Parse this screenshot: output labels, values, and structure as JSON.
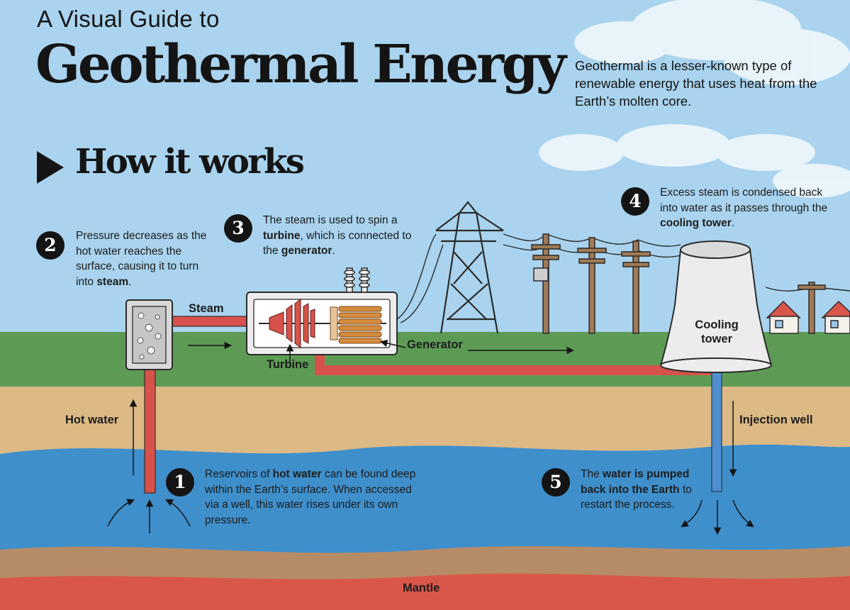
{
  "header": {
    "kicker": "A Visual Guide to",
    "title": "Geothermal Energy",
    "intro": "Geothermal is a lesser-known type of renewable energy that uses heat from the Earth’s molten core."
  },
  "section": {
    "title": "How it works"
  },
  "steps": [
    {
      "number": "1",
      "before": "Reservoirs of ",
      "bold": "hot water",
      "after": " can be found deep within the Earth’s surface. When accessed via a well, this water rises under its own pressure."
    },
    {
      "number": "2",
      "before": "Pressure decreases as the hot water reaches the surface, causing it to turn into ",
      "bold": "steam",
      "after": "."
    },
    {
      "number": "3",
      "before": "The steam is used to spin a ",
      "bold": "turbine",
      "middle": ", which is connected to the ",
      "bold2": "generator",
      "after": "."
    },
    {
      "number": "4",
      "before": "Excess steam is condensed back into water as it passes through the ",
      "bold": "cooling tower",
      "after": "."
    },
    {
      "number": "5",
      "before": "The ",
      "bold": "water is pumped back into the Earth",
      "after": " to restart the process."
    }
  ],
  "labels": {
    "steam": "Steam",
    "turbine": "Turbine",
    "generator": "Generator",
    "cooling_tower": "Cooling tower",
    "hot_water": "Hot water",
    "injection_well": "Injection well",
    "mantle": "Mantle"
  },
  "colors": {
    "sky": "#a9d3ee",
    "grass": "#5d9b55",
    "soil": "#dcb985",
    "water": "#3f8fcb",
    "crust": "#b68c66",
    "mantle": "#d9574a",
    "hot_pipe": "#d6524a",
    "cold_pipe": "#4f8fd0"
  }
}
